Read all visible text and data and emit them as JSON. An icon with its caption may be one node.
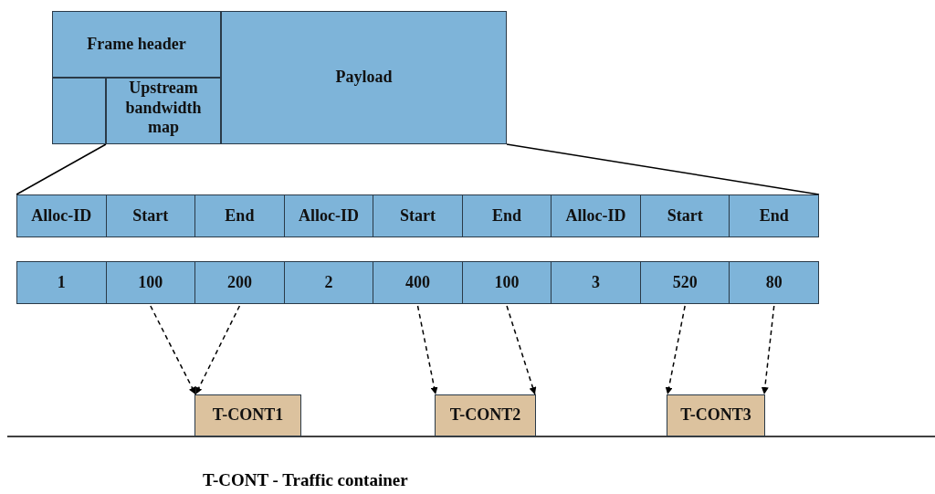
{
  "diagram": {
    "caption": "T-CONT - Traffic container",
    "nodes": [
      {
        "text": [
          "Frame header"
        ]
      },
      {
        "text": [],
        "shape": "box"
      },
      {
        "text": [
          "Upstream bandwidth map"
        ]
      },
      {
        "text": [
          "Payload"
        ]
      },
      {
        "text": [
          "Alloc-ID"
        ]
      },
      {
        "text": [
          "Start"
        ]
      },
      {
        "text": [
          "End"
        ]
      },
      {
        "text": [
          "Alloc-ID"
        ]
      },
      {
        "text": [
          "Start"
        ]
      },
      {
        "text": [
          "End"
        ]
      },
      {
        "text": [
          "Alloc-ID"
        ]
      },
      {
        "text": [
          "Start"
        ]
      },
      {
        "text": [
          "End"
        ]
      },
      {
        "text": [
          "1"
        ]
      },
      {
        "text": [
          "100"
        ]
      },
      {
        "text": [
          "200"
        ]
      },
      {
        "text": [
          "2"
        ]
      },
      {
        "text": [
          "400"
        ]
      },
      {
        "text": [
          "100"
        ]
      },
      {
        "text": [
          "3"
        ]
      },
      {
        "text": [
          "520"
        ]
      },
      {
        "text": [
          "80"
        ]
      },
      {
        "text": [
          "T-CONT1"
        ]
      },
      {
        "text": [
          "T-CONT2"
        ]
      },
      {
        "text": [
          "T-CONT3"
        ]
      }
    ],
    "edges": [
      {
        "from": 2,
        "to": 4,
        "arrow": "none"
      },
      {
        "from": 3,
        "to": 12,
        "arrow": "none"
      },
      {
        "from": 14,
        "to": 22,
        "arrow": "to",
        "style": "dashed"
      },
      {
        "from": 15,
        "to": 22,
        "arrow": "to",
        "style": "dashed"
      },
      {
        "from": 17,
        "to": 23,
        "arrow": "to",
        "style": "dashed"
      },
      {
        "from": 18,
        "to": 23,
        "arrow": "to",
        "style": "dashed"
      },
      {
        "from": 20,
        "to": 24,
        "arrow": "to",
        "style": "dashed"
      },
      {
        "from": 21,
        "to": 24,
        "arrow": "to",
        "style": "dashed"
      }
    ]
  }
}
